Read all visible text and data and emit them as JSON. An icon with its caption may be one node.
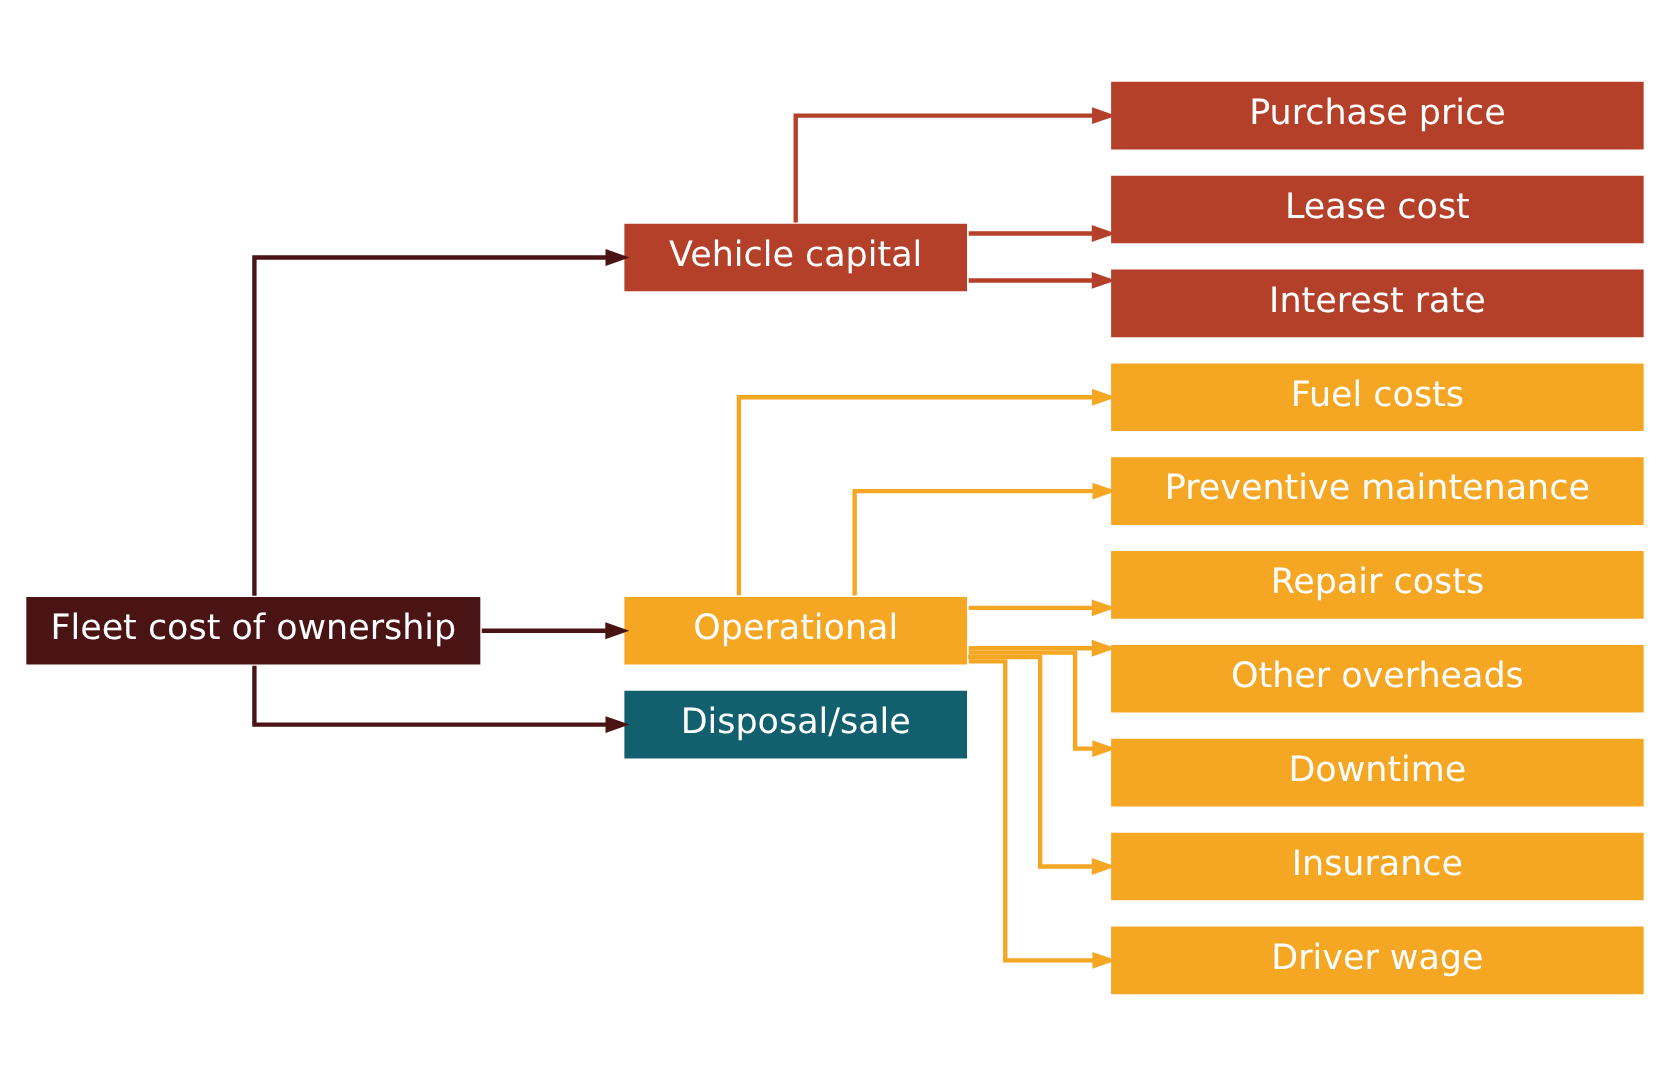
{
  "diagram": {
    "nodes": [
      {
        "text": [
          "Fleet cost of ownership"
        ]
      },
      {
        "text": [
          "Vehicle capital"
        ]
      },
      {
        "text": [
          "Operational"
        ]
      },
      {
        "text": [
          "Disposal/sale"
        ]
      },
      {
        "text": [
          "Purchase price"
        ]
      },
      {
        "text": [
          "Lease cost"
        ]
      },
      {
        "text": [
          "Interest rate"
        ]
      },
      {
        "text": [
          "Fuel costs"
        ]
      },
      {
        "text": [
          "Preventive maintenance"
        ]
      },
      {
        "text": [
          "Repair costs"
        ]
      },
      {
        "text": [
          "Other overheads"
        ]
      },
      {
        "text": [
          "Downtime"
        ]
      },
      {
        "text": [
          "Insurance"
        ]
      },
      {
        "text": [
          "Driver wage"
        ]
      }
    ],
    "edges": [
      {
        "from": 0,
        "to": 1,
        "arrow": "to",
        "color": "#4a1414"
      },
      {
        "from": 0,
        "to": 2,
        "arrow": "to",
        "color": "#4a1414"
      },
      {
        "from": 0,
        "to": 3,
        "arrow": "to",
        "color": "#4a1414"
      },
      {
        "from": 1,
        "to": 4,
        "arrow": "to",
        "color": "#b5402a"
      },
      {
        "from": 1,
        "to": 5,
        "arrow": "to",
        "color": "#b5402a"
      },
      {
        "from": 1,
        "to": 6,
        "arrow": "to",
        "color": "#b5402a"
      },
      {
        "from": 2,
        "to": 7,
        "arrow": "to"
      },
      {
        "from": 2,
        "to": 8,
        "arrow": "to"
      },
      {
        "from": 2,
        "to": 9,
        "arrow": "to"
      },
      {
        "from": 2,
        "to": 10,
        "arrow": "to"
      },
      {
        "from": 2,
        "to": 11,
        "arrow": "to"
      },
      {
        "from": 2,
        "to": 12,
        "arrow": "to"
      },
      {
        "from": 2,
        "to": 13,
        "arrow": "to"
      }
    ]
  }
}
